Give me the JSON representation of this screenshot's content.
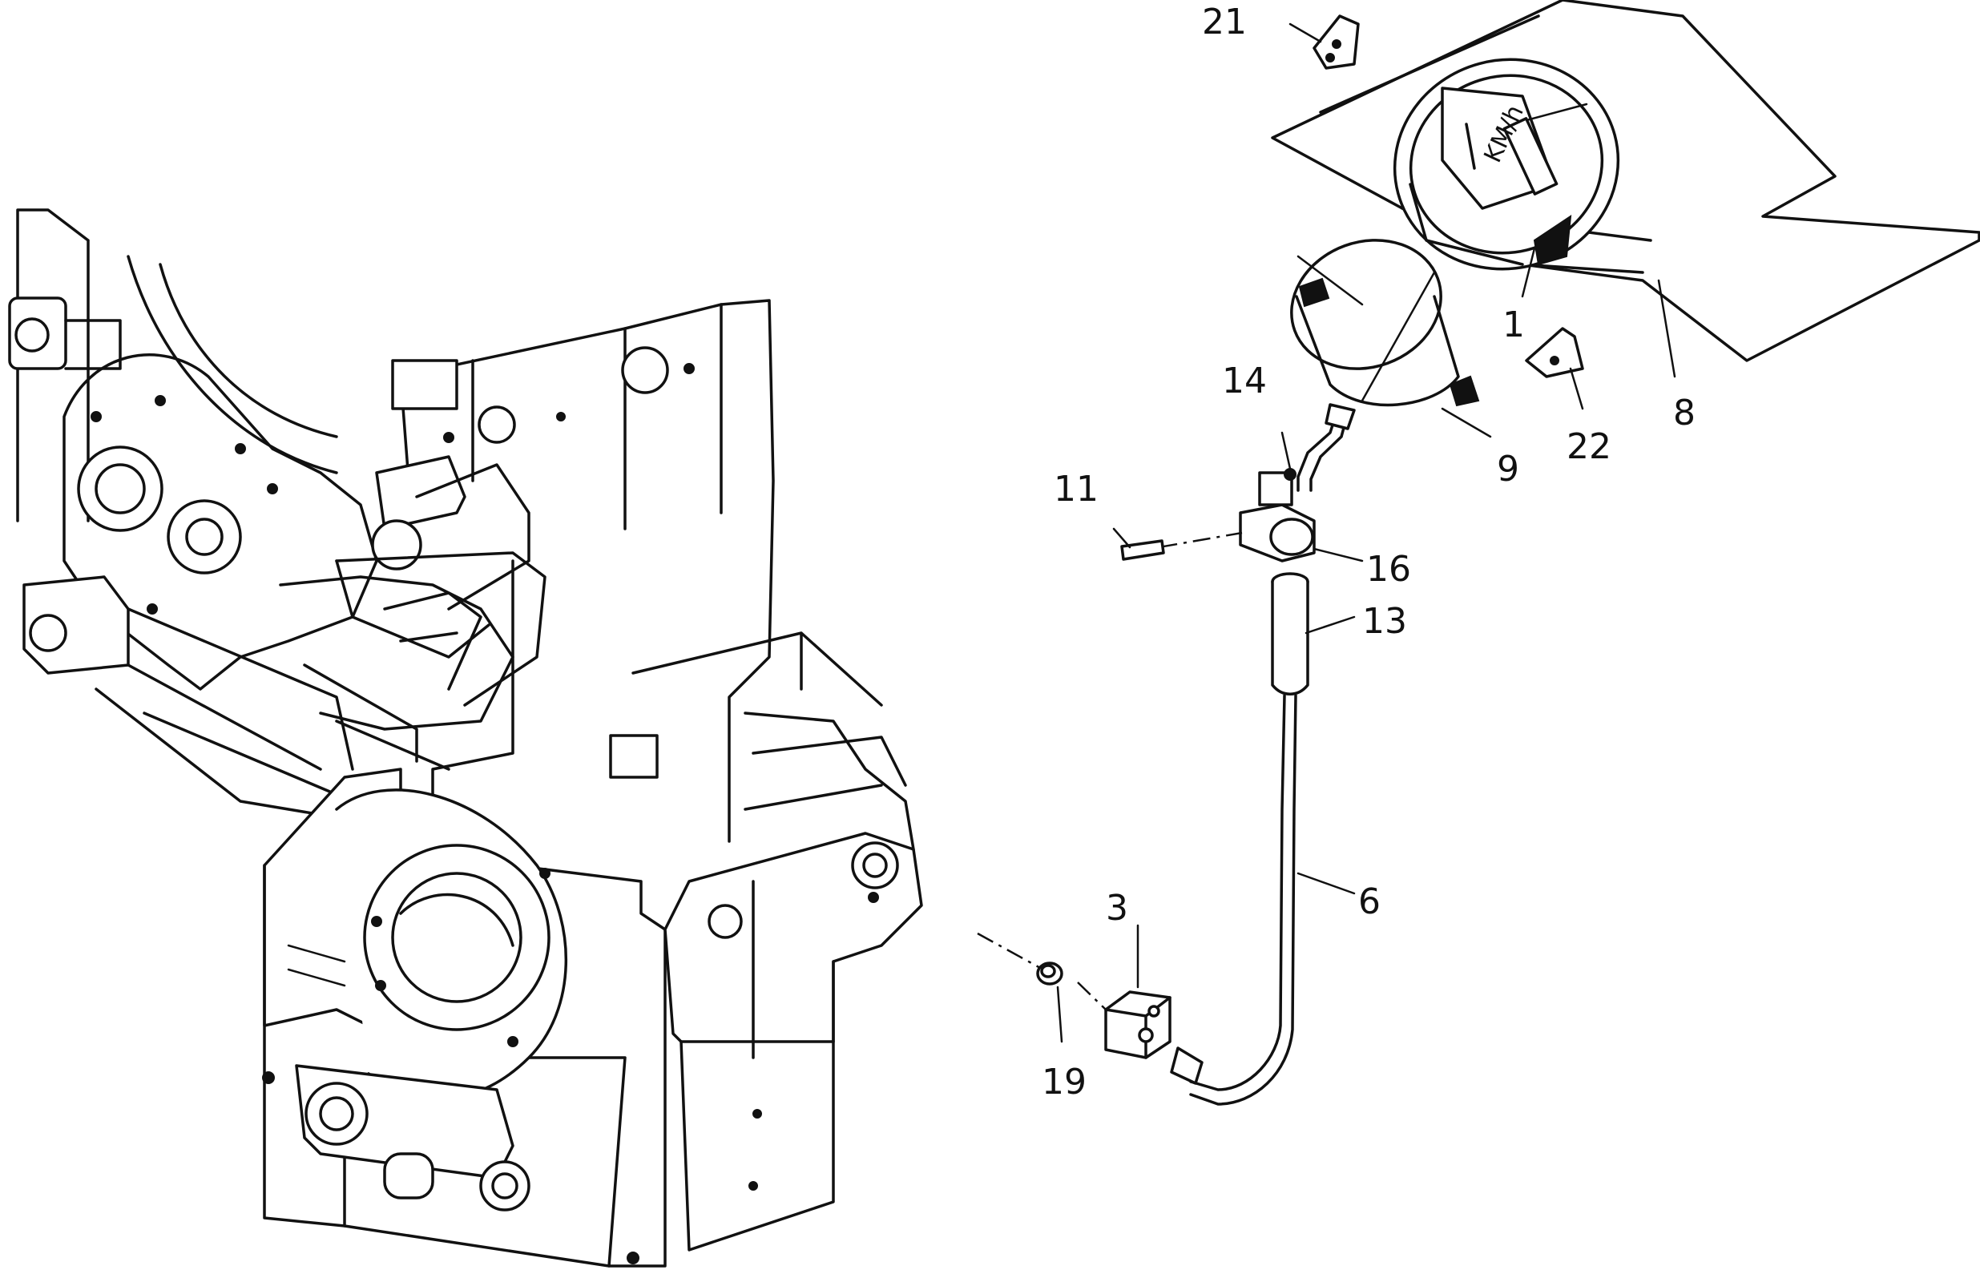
{
  "diagram": {
    "gauge_unit": "KM/h",
    "callouts": [
      {
        "id": "1",
        "label": "1"
      },
      {
        "id": "3",
        "label": "3"
      },
      {
        "id": "6",
        "label": "6"
      },
      {
        "id": "8",
        "label": "8"
      },
      {
        "id": "9",
        "label": "9"
      },
      {
        "id": "11",
        "label": "11"
      },
      {
        "id": "13",
        "label": "13"
      },
      {
        "id": "14",
        "label": "14"
      },
      {
        "id": "16",
        "label": "16"
      },
      {
        "id": "19",
        "label": "19"
      },
      {
        "id": "21",
        "label": "21"
      },
      {
        "id": "22",
        "label": "22"
      }
    ]
  }
}
